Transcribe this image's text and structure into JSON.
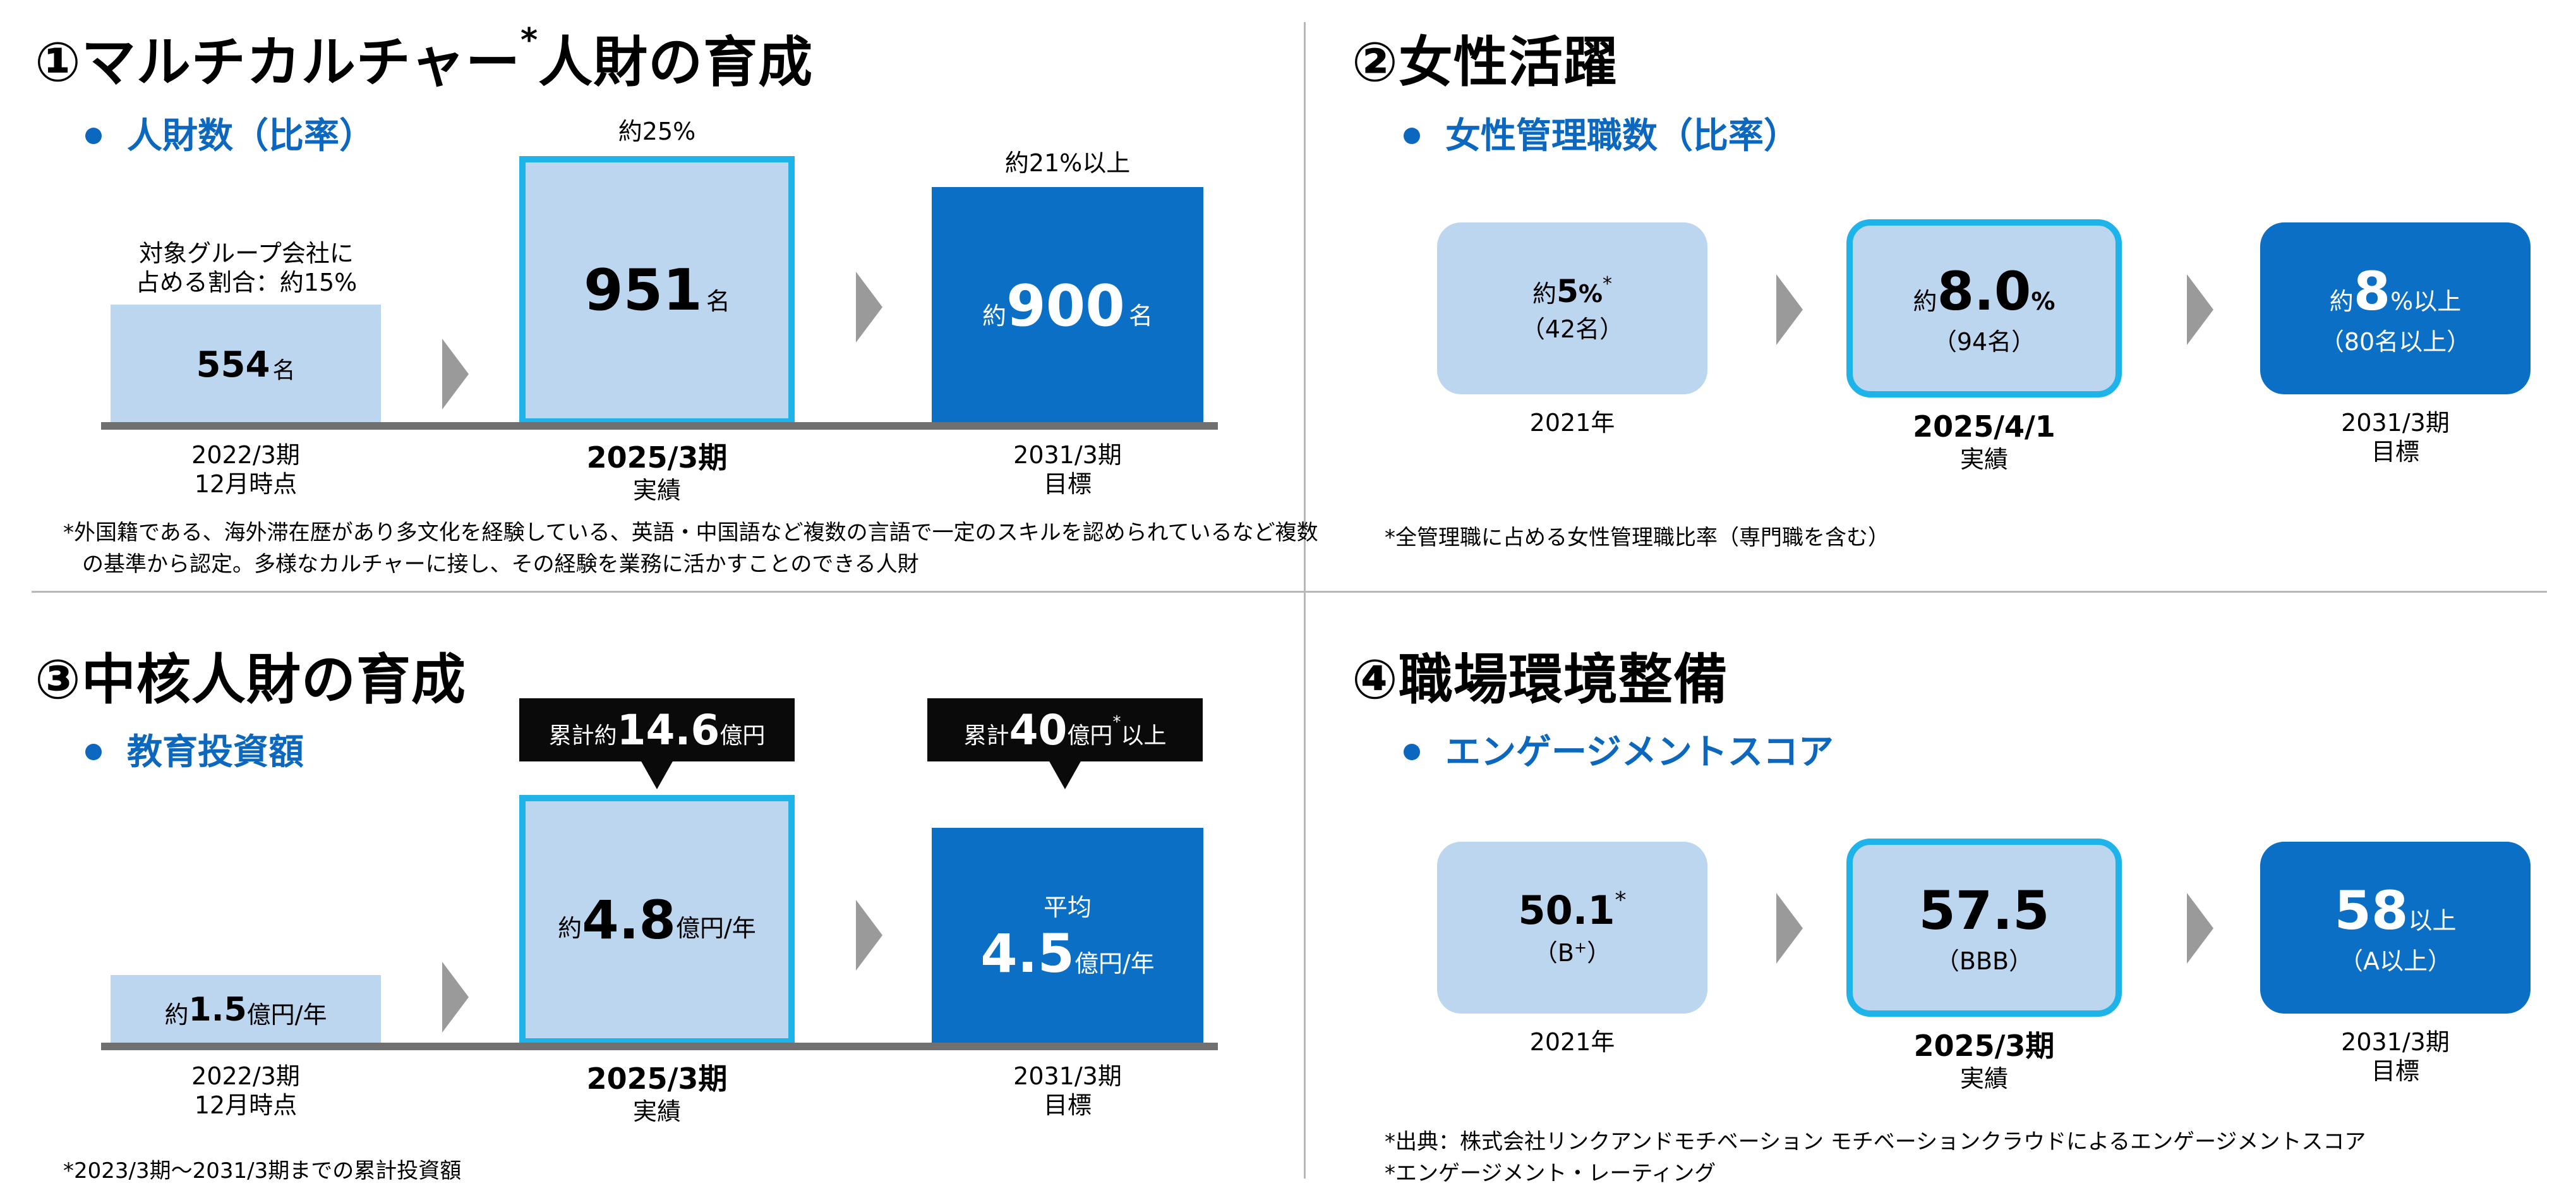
{
  "s1": {
    "title_main": "①マルチカルチャー",
    "title_mark": "*",
    "title_rest": "人財の育成",
    "subtitle": "人財数（比率）",
    "bar1": {
      "note_line1": "対象グループ会社に",
      "note_line2": "占める割合：約15%",
      "value": "554",
      "unit": "名",
      "label_line1": "2022/3期",
      "label_line2": "12月時点"
    },
    "bar2": {
      "top": "約25%",
      "value": "951",
      "unit": "名",
      "label_line1": "2025/3期",
      "label_line2": "実績"
    },
    "bar3": {
      "top": "約21%以上",
      "prefix": "約",
      "value": "900",
      "unit": "名",
      "label_line1": "2031/3期",
      "label_line2": "目標"
    },
    "footnote_line1": "*外国籍である、海外滞在歴があり多文化を経験している、英語・中国語など複数の言語で一定のスキルを認められているなど複数",
    "footnote_line2": "の基準から認定。多様なカルチャーに接し、その経験を業務に活かすことのできる人財"
  },
  "s2": {
    "title": "②女性活躍",
    "subtitle": "女性管理職数（比率）",
    "box1": {
      "prefix": "約",
      "value": "5",
      "unit": "%",
      "mark": "*",
      "sub": "（42名）",
      "label": "2021年"
    },
    "box2": {
      "prefix": "約",
      "value": "8.0",
      "unit": "%",
      "sub": "（94名）",
      "label_line1": "2025/4/1",
      "label_line2": "実績"
    },
    "box3": {
      "prefix": "約",
      "value": "8",
      "unit": "%以上",
      "sub": "（80名以上）",
      "label_line1": "2031/3期",
      "label_line2": "目標"
    },
    "footnote": "*全管理職に占める女性管理職比率（専門職を含む）"
  },
  "s3": {
    "title": "③中核人財の育成",
    "subtitle": "教育投資額",
    "callout1": {
      "prefix": "累計約",
      "value": "14.6",
      "unit": "億円"
    },
    "callout2": {
      "prefix": "累計",
      "value": "40",
      "unit": "億円",
      "mark": "*",
      "suffix": "以上"
    },
    "bar1": {
      "prefix": "約",
      "value": "1.5",
      "unit": "億円/年",
      "label_line1": "2022/3期",
      "label_line2": "12月時点"
    },
    "bar2": {
      "prefix": "約",
      "value": "4.8",
      "unit": "億円/年",
      "label_line1": "2025/3期",
      "label_line2": "実績"
    },
    "bar3": {
      "top": "平均",
      "value": "4.5",
      "unit": "億円/年",
      "label_line1": "2031/3期",
      "label_line2": "目標"
    },
    "footnote": "*2023/3期～2031/3期までの累計投資額"
  },
  "s4": {
    "title": "④職場環境整備",
    "subtitle": "エンゲージメントスコア",
    "box1": {
      "value": "50.1",
      "mark": "*",
      "sub_main": "（B",
      "sub_mark": "+",
      "sub_end": "）",
      "label": "2021年"
    },
    "box2": {
      "value": "57.5",
      "sub": "（BBB）",
      "label_line1": "2025/3期",
      "label_line2": "実績"
    },
    "box3": {
      "value": "58",
      "unit": "以上",
      "sub": "（A以上）",
      "label_line1": "2031/3期",
      "label_line2": "目標"
    },
    "footnote_line1": "*出典：株式会社リンクアンドモチベーション モチベーションクラウドによるエンゲージメントスコア",
    "footnote_line2": "*エンゲージメント・レーティング"
  }
}
